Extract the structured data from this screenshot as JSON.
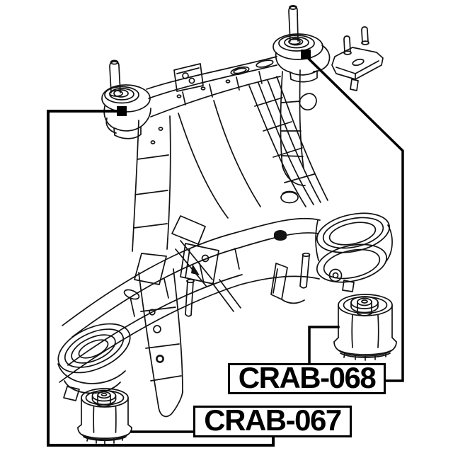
{
  "image": {
    "background_color": "#ffffff",
    "line_color": "#000000"
  },
  "diagram": {
    "kind": "exploded-parts-line-diagram",
    "labels": [
      {
        "text": "CRAB-068"
      },
      {
        "text": "CRAB-067"
      }
    ],
    "markers": [
      {
        "name": "rear-right-mount-marker",
        "shape": "filled-square",
        "color": "#000000"
      },
      {
        "name": "front-left-mount-marker",
        "shape": "filled-square",
        "color": "#000000"
      }
    ]
  }
}
